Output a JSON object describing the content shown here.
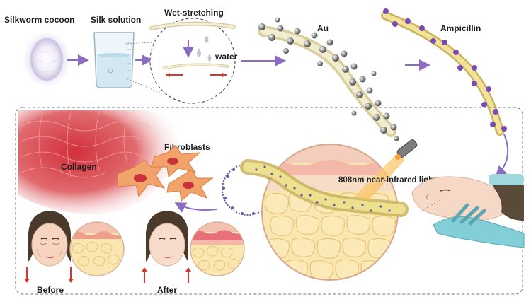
{
  "labels": {
    "silkworm_cocoon": "Silkworm cocoon",
    "silk_solution": "Silk solution",
    "wet_stretching": "Wet-stretching",
    "water": "water",
    "au": "Au",
    "ampicillin": "Ampicillin",
    "fibroblasts": "Fibroblasts",
    "collagen": "Collagen",
    "nir_light": "808nm near-infrared light",
    "before": "Before",
    "after": "After"
  },
  "colors": {
    "arrow": "#8c6cc0",
    "silk_fiber": "#ece6c8",
    "gold_fiber": "#ecd88a",
    "au_particle": "#8e8e8e",
    "ampicillin_dot": "#7a4bb0",
    "collagen_red": "#d3303c",
    "fibroblast": "#f2a36b",
    "stretch_arrow": "#d6382d",
    "laser_beam": "#f7a23a",
    "glove": "#82cfd8",
    "skin": "#f6d8c6",
    "fat_cell": "#f9e6b0"
  }
}
